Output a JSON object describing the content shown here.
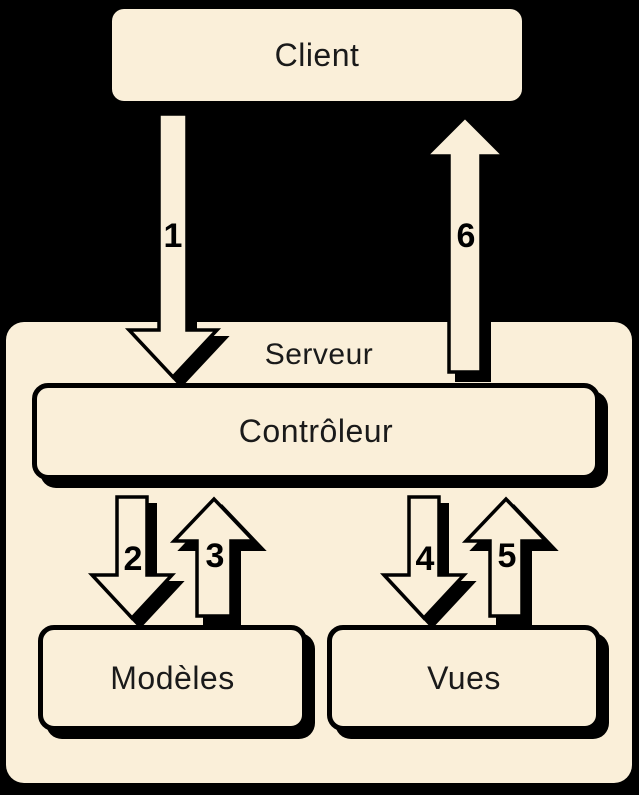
{
  "colors": {
    "background": "#000000",
    "box_fill": "#FAEFD9",
    "outline": "#000000",
    "text": "#000000"
  },
  "diagram": {
    "client": {
      "label": "Client"
    },
    "server": {
      "label": "Serveur",
      "controller": {
        "label": "Contrôleur"
      },
      "models": {
        "label": "Modèles"
      },
      "views": {
        "label": "Vues"
      }
    },
    "arrows": [
      {
        "number": "1",
        "direction": "down",
        "from": "Client",
        "to": "Contrôleur"
      },
      {
        "number": "2",
        "direction": "down",
        "from": "Contrôleur",
        "to": "Modèles"
      },
      {
        "number": "3",
        "direction": "up",
        "from": "Modèles",
        "to": "Contrôleur"
      },
      {
        "number": "4",
        "direction": "down",
        "from": "Contrôleur",
        "to": "Vues"
      },
      {
        "number": "5",
        "direction": "up",
        "from": "Vues",
        "to": "Contrôleur"
      },
      {
        "number": "6",
        "direction": "up",
        "from": "Contrôleur",
        "to": "Client"
      }
    ]
  }
}
